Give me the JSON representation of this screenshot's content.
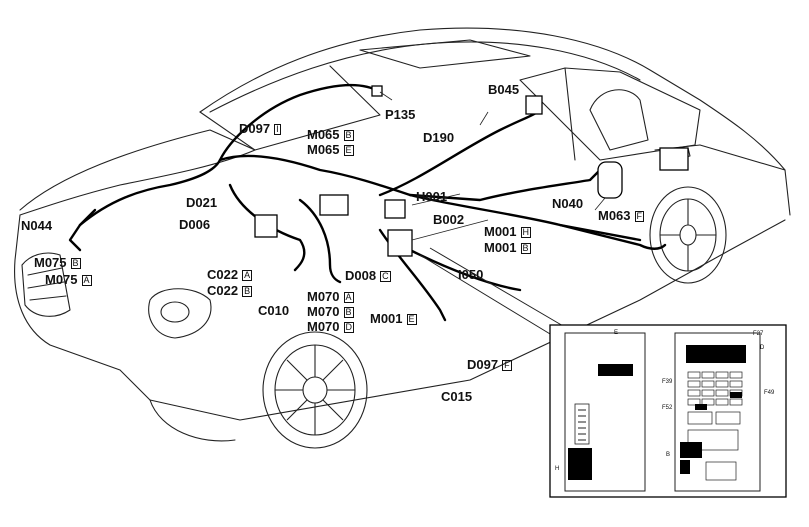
{
  "labels": {
    "d097_i": {
      "code": "D097",
      "pin": "I"
    },
    "m065_b": {
      "code": "M065",
      "pin": "B"
    },
    "m065_e": {
      "code": "M065",
      "pin": "E"
    },
    "p135": {
      "code": "P135"
    },
    "b045": {
      "code": "B045"
    },
    "d190": {
      "code": "D190"
    },
    "d021": {
      "code": "D021"
    },
    "d006": {
      "code": "D006"
    },
    "n044": {
      "code": "N044"
    },
    "m075_b": {
      "code": "M075",
      "pin": "B"
    },
    "m075_a": {
      "code": "M075",
      "pin": "A"
    },
    "h001": {
      "code": "H001"
    },
    "b002": {
      "code": "B002"
    },
    "m001_h": {
      "code": "M001",
      "pin": "H"
    },
    "m001_b": {
      "code": "M001",
      "pin": "B"
    },
    "n040": {
      "code": "N040"
    },
    "m063_f": {
      "code": "M063",
      "pin": "F"
    },
    "c022_a": {
      "code": "C022",
      "pin": "A"
    },
    "c022_b": {
      "code": "C022",
      "pin": "B"
    },
    "d008_c": {
      "code": "D008",
      "pin": "C"
    },
    "i050": {
      "code": "I050"
    },
    "c010": {
      "code": "C010"
    },
    "m070_a": {
      "code": "M070",
      "pin": "A"
    },
    "m070_b": {
      "code": "M070",
      "pin": "B"
    },
    "m070_d": {
      "code": "M070",
      "pin": "D"
    },
    "m001_e": {
      "code": "M001",
      "pin": "E"
    },
    "d097_f": {
      "code": "D097",
      "pin": "F"
    },
    "c015": {
      "code": "C015"
    }
  },
  "inset": {
    "left_top": "E",
    "left_bottom": "H",
    "right_top": "F27",
    "right_top_corner": "D",
    "f39": "F39",
    "f52": "F52",
    "f49": "F49",
    "b": "B"
  }
}
